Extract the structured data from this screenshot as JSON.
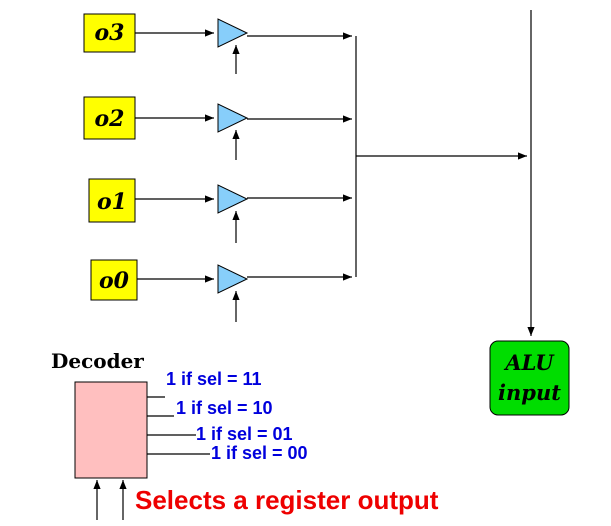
{
  "registers": [
    "o3",
    "o2",
    "o1",
    "o0"
  ],
  "alu": {
    "line1": "ALU",
    "line2": "input"
  },
  "decoder": {
    "title": "Decoder",
    "outputs": [
      "1 if sel = 11",
      "1 if sel = 10",
      "1 if sel = 01",
      "1 if sel = 00"
    ]
  },
  "caption": "Selects a register output",
  "colors": {
    "register_fill": "#ffff00",
    "buffer_fill": "#87cefa",
    "alu_fill": "#00dd00",
    "decoder_fill": "#ffbfbf",
    "select_label": "#0000dd",
    "caption": "#ee0000"
  }
}
